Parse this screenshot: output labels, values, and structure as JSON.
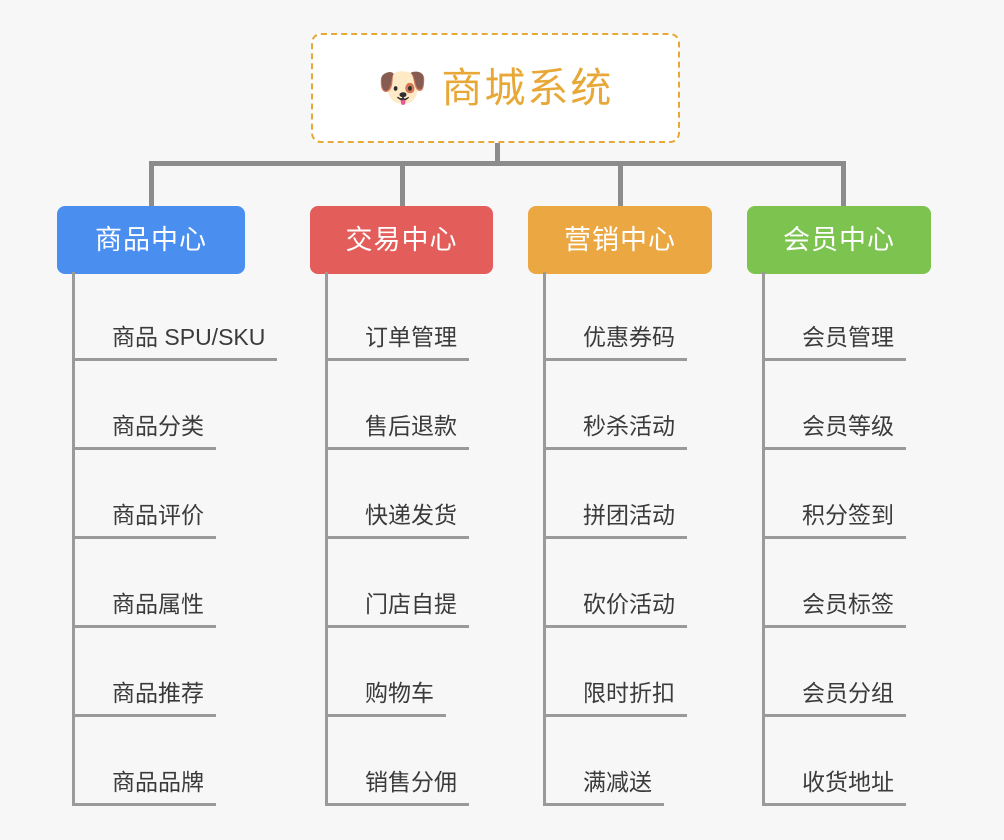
{
  "root": {
    "icon": "shiba-dog-face",
    "icon_glyph": "🐶",
    "title": "商城系统",
    "text_color": "#e8a838",
    "border_color": "#e8a838",
    "background": "#ffffff"
  },
  "canvas": {
    "background": "#f7f7f7",
    "connector_color": "#8c8c8c",
    "leaf_line_color": "#9a9a9a",
    "leaf_text_color": "#3b3b3b"
  },
  "columns": [
    {
      "id": "product-center",
      "label": "商品中心",
      "color": "#4a8ff0",
      "items": [
        "商品 SPU/SKU",
        "商品分类",
        "商品评价",
        "商品属性",
        "商品推荐",
        "商品品牌"
      ]
    },
    {
      "id": "trade-center",
      "label": "交易中心",
      "color": "#e35d5b",
      "items": [
        "订单管理",
        "售后退款",
        "快递发货",
        "门店自提",
        "购物车",
        "销售分佣"
      ]
    },
    {
      "id": "marketing-center",
      "label": "营销中心",
      "color": "#eba742",
      "items": [
        "优惠券码",
        "秒杀活动",
        "拼团活动",
        "砍价活动",
        "限时折扣",
        "满减送"
      ]
    },
    {
      "id": "member-center",
      "label": "会员中心",
      "color": "#7cc350",
      "items": [
        "会员管理",
        "会员等级",
        "积分签到",
        "会员标签",
        "会员分组",
        "收货地址"
      ]
    }
  ]
}
